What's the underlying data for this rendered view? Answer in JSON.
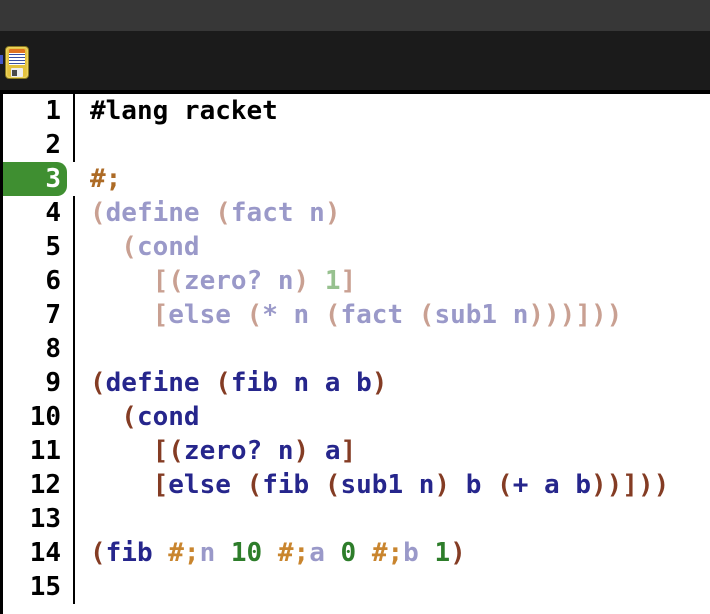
{
  "toolbar": {
    "buttons": [
      {
        "icon": "floppy-save-icon",
        "action": "save"
      }
    ]
  },
  "editor": {
    "active_line": 3,
    "palette": {
      "plain": "#000000",
      "paren": "#843c24",
      "ident": "#26268c",
      "const": "#2d7d2a",
      "comment": "#ad6b26",
      "comment_bright": "#c9852e",
      "faded_paren": "#c9a092",
      "faded_ident": "#9a99c9",
      "faded_const": "#97c18f",
      "active_line_badge": "#3f8f31",
      "titlebar_bg": "#373737",
      "toolbar_bg": "#1b1b1b"
    },
    "lines": [
      {
        "num": "1",
        "tokens": [
          {
            "t": "#lang racket",
            "c": "plain"
          }
        ]
      },
      {
        "num": "2",
        "tokens": []
      },
      {
        "num": "3",
        "tokens": [
          {
            "t": "#;",
            "c": "comment"
          }
        ]
      },
      {
        "num": "4",
        "tokens": [
          {
            "t": "(",
            "c": "faded_paren"
          },
          {
            "t": "define ",
            "c": "faded_ident"
          },
          {
            "t": "(",
            "c": "faded_paren"
          },
          {
            "t": "fact n",
            "c": "faded_ident"
          },
          {
            "t": ")",
            "c": "faded_paren"
          }
        ]
      },
      {
        "num": "5",
        "tokens": [
          {
            "t": "  (",
            "c": "faded_paren"
          },
          {
            "t": "cond",
            "c": "faded_ident"
          }
        ]
      },
      {
        "num": "6",
        "tokens": [
          {
            "t": "    [(",
            "c": "faded_paren"
          },
          {
            "t": "zero? n",
            "c": "faded_ident"
          },
          {
            "t": ") ",
            "c": "faded_paren"
          },
          {
            "t": "1",
            "c": "faded_const"
          },
          {
            "t": "]",
            "c": "faded_paren"
          }
        ]
      },
      {
        "num": "7",
        "tokens": [
          {
            "t": "    [",
            "c": "faded_paren"
          },
          {
            "t": "else ",
            "c": "faded_ident"
          },
          {
            "t": "(",
            "c": "faded_paren"
          },
          {
            "t": "* n ",
            "c": "faded_ident"
          },
          {
            "t": "(",
            "c": "faded_paren"
          },
          {
            "t": "fact ",
            "c": "faded_ident"
          },
          {
            "t": "(",
            "c": "faded_paren"
          },
          {
            "t": "sub1 n",
            "c": "faded_ident"
          },
          {
            "t": ")))]))",
            "c": "faded_paren"
          }
        ]
      },
      {
        "num": "8",
        "tokens": []
      },
      {
        "num": "9",
        "tokens": [
          {
            "t": "(",
            "c": "paren"
          },
          {
            "t": "define ",
            "c": "ident"
          },
          {
            "t": "(",
            "c": "paren"
          },
          {
            "t": "fib n a b",
            "c": "ident"
          },
          {
            "t": ")",
            "c": "paren"
          }
        ]
      },
      {
        "num": "10",
        "tokens": [
          {
            "t": "  (",
            "c": "paren"
          },
          {
            "t": "cond",
            "c": "ident"
          }
        ]
      },
      {
        "num": "11",
        "tokens": [
          {
            "t": "    [(",
            "c": "paren"
          },
          {
            "t": "zero? n",
            "c": "ident"
          },
          {
            "t": ") ",
            "c": "paren"
          },
          {
            "t": "a",
            "c": "ident"
          },
          {
            "t": "]",
            "c": "paren"
          }
        ]
      },
      {
        "num": "12",
        "tokens": [
          {
            "t": "    [",
            "c": "paren"
          },
          {
            "t": "else ",
            "c": "ident"
          },
          {
            "t": "(",
            "c": "paren"
          },
          {
            "t": "fib ",
            "c": "ident"
          },
          {
            "t": "(",
            "c": "paren"
          },
          {
            "t": "sub1 n",
            "c": "ident"
          },
          {
            "t": ") ",
            "c": "paren"
          },
          {
            "t": "b ",
            "c": "ident"
          },
          {
            "t": "(",
            "c": "paren"
          },
          {
            "t": "+ a b",
            "c": "ident"
          },
          {
            "t": "))]))",
            "c": "paren"
          }
        ]
      },
      {
        "num": "13",
        "tokens": []
      },
      {
        "num": "14",
        "tokens": [
          {
            "t": "(",
            "c": "paren"
          },
          {
            "t": "fib ",
            "c": "ident"
          },
          {
            "t": "#;",
            "c": "comment_bright"
          },
          {
            "t": "n ",
            "c": "faded_ident"
          },
          {
            "t": "10 ",
            "c": "const"
          },
          {
            "t": "#;",
            "c": "comment_bright"
          },
          {
            "t": "a ",
            "c": "faded_ident"
          },
          {
            "t": "0 ",
            "c": "const"
          },
          {
            "t": "#;",
            "c": "comment_bright"
          },
          {
            "t": "b ",
            "c": "faded_ident"
          },
          {
            "t": "1",
            "c": "const"
          },
          {
            "t": ")",
            "c": "paren"
          }
        ]
      },
      {
        "num": "15",
        "tokens": []
      }
    ]
  }
}
